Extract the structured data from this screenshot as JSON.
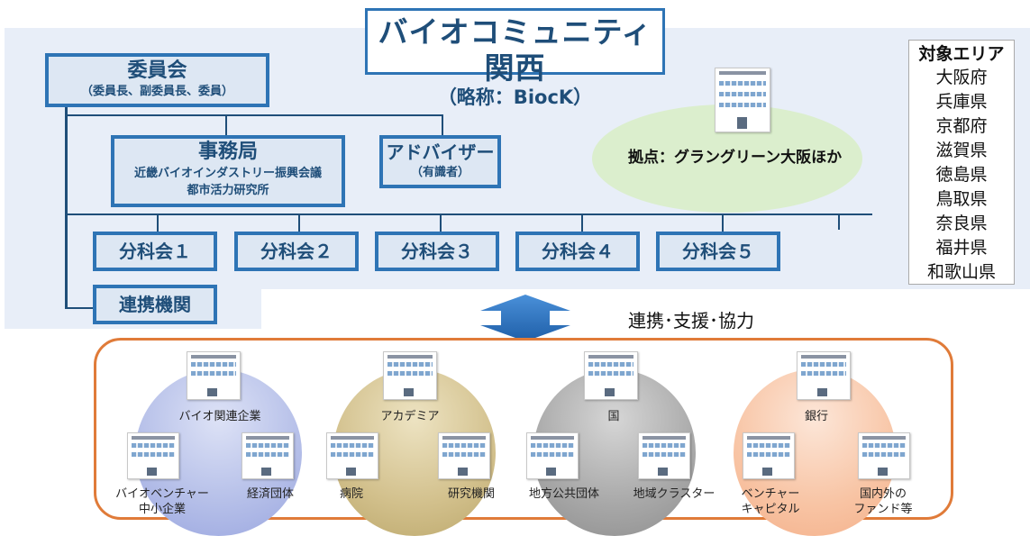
{
  "title": {
    "main": "バイオコミュニティ関西",
    "sub": "（略称：BiocK）"
  },
  "committee": {
    "name": "委員会",
    "members": "（委員長、副委員長、委員）"
  },
  "secretariat": {
    "name": "事務局",
    "line1": "近畿バイオインダストリー振興会議",
    "line2": "都市活力研究所"
  },
  "advisor": {
    "name": "アドバイザー",
    "sub": "（有識者）"
  },
  "base": "拠点：グラングリーン大阪ほか",
  "subcommittees": [
    "分科会１",
    "分科会２",
    "分科会３",
    "分科会４",
    "分科会５"
  ],
  "partner": "連携機関",
  "arrow_label": "連携･支援･協力",
  "target_area": {
    "heading": "対象エリア",
    "prefectures": [
      "大阪府",
      "兵庫県",
      "京都府",
      "滋賀県",
      "徳島県",
      "鳥取県",
      "奈良県",
      "福井県",
      "和歌山県"
    ]
  },
  "groups": [
    {
      "name": "バイオ関連企業",
      "members": [
        "バイオベンチャー\n中小企業",
        "経済団体"
      ],
      "color": "#b4bee8"
    },
    {
      "name": "アカデミア",
      "members": [
        "病院",
        "研究機関"
      ],
      "color": "#d2c08c"
    },
    {
      "name": "国",
      "members": [
        "地方公共団体",
        "地域クラスター"
      ],
      "color": "#a8a8a8"
    },
    {
      "name": "銀行",
      "members": [
        "ベンチャー\nキャピタル",
        "国内外の\nファンド等"
      ],
      "color": "#f8c4a4"
    }
  ],
  "colors": {
    "accent": "#2e74b5",
    "text": "#1f4e79",
    "panel": "#e8eef8",
    "orange": "#e07b39"
  }
}
